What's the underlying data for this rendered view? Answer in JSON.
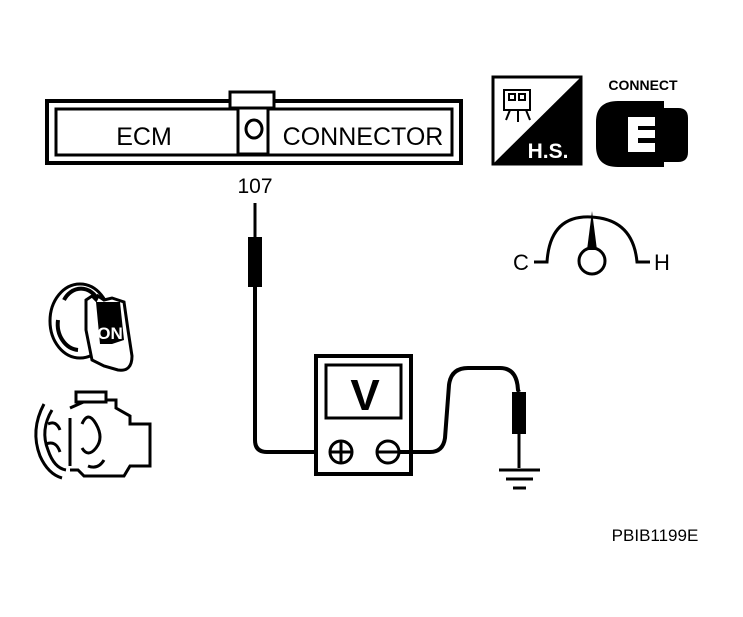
{
  "connector": {
    "left_label": "ECM",
    "right_label": "CONNECTOR",
    "terminal": "107"
  },
  "harness_icon": {
    "label": "H.S.",
    "icon": "harness-connector-icon"
  },
  "connect_icon": {
    "label": "CONNECT",
    "icon": "connector-plug-icon"
  },
  "temp_gauge": {
    "cold": "C",
    "hot": "H",
    "icon": "temperature-gauge-icon"
  },
  "ignition": {
    "label": "ON",
    "icon": "ignition-key-icon"
  },
  "engine": {
    "icon": "engine-running-icon"
  },
  "meter": {
    "label": "V",
    "icon": "voltmeter-icon",
    "positive": "⊕",
    "negative": "⊖"
  },
  "ground": {
    "icon": "ground-icon"
  },
  "figure_code": "PBIB1199E",
  "colors": {
    "ink": "#000000",
    "paper": "#ffffff"
  }
}
